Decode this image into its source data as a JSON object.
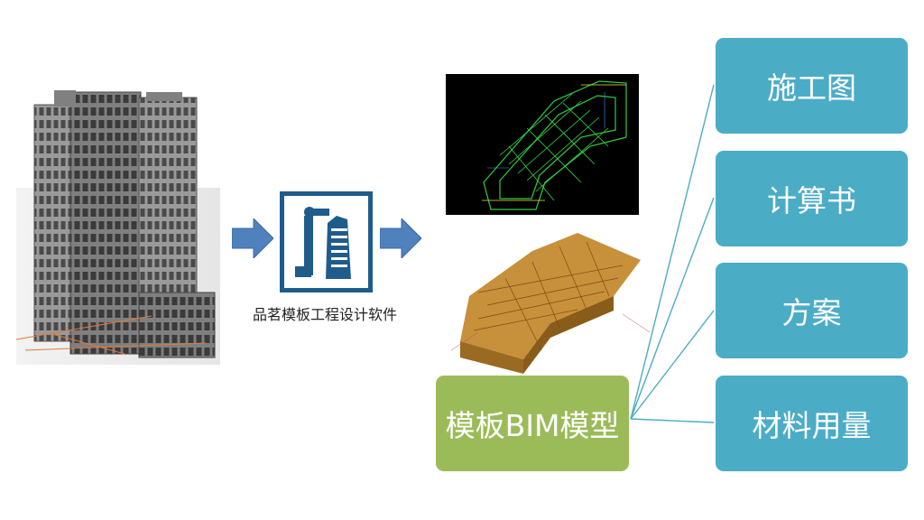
{
  "software_label": "品茗模板工程设计软件",
  "bim_model_label": "模板BIM模型",
  "outputs": [
    {
      "label": "施工图"
    },
    {
      "label": "计算书"
    },
    {
      "label": "方案"
    },
    {
      "label": "材料用量"
    }
  ],
  "colors": {
    "arrow": "#4f81bd",
    "bim_box": "#9bbb59",
    "output_box": "#4bacc6",
    "connector": "#4bacc6",
    "logo": "#1f5c8c"
  },
  "icons": {
    "building": "building-illustration",
    "logo": "software-logo-icon",
    "arrow": "right-arrow-icon"
  }
}
